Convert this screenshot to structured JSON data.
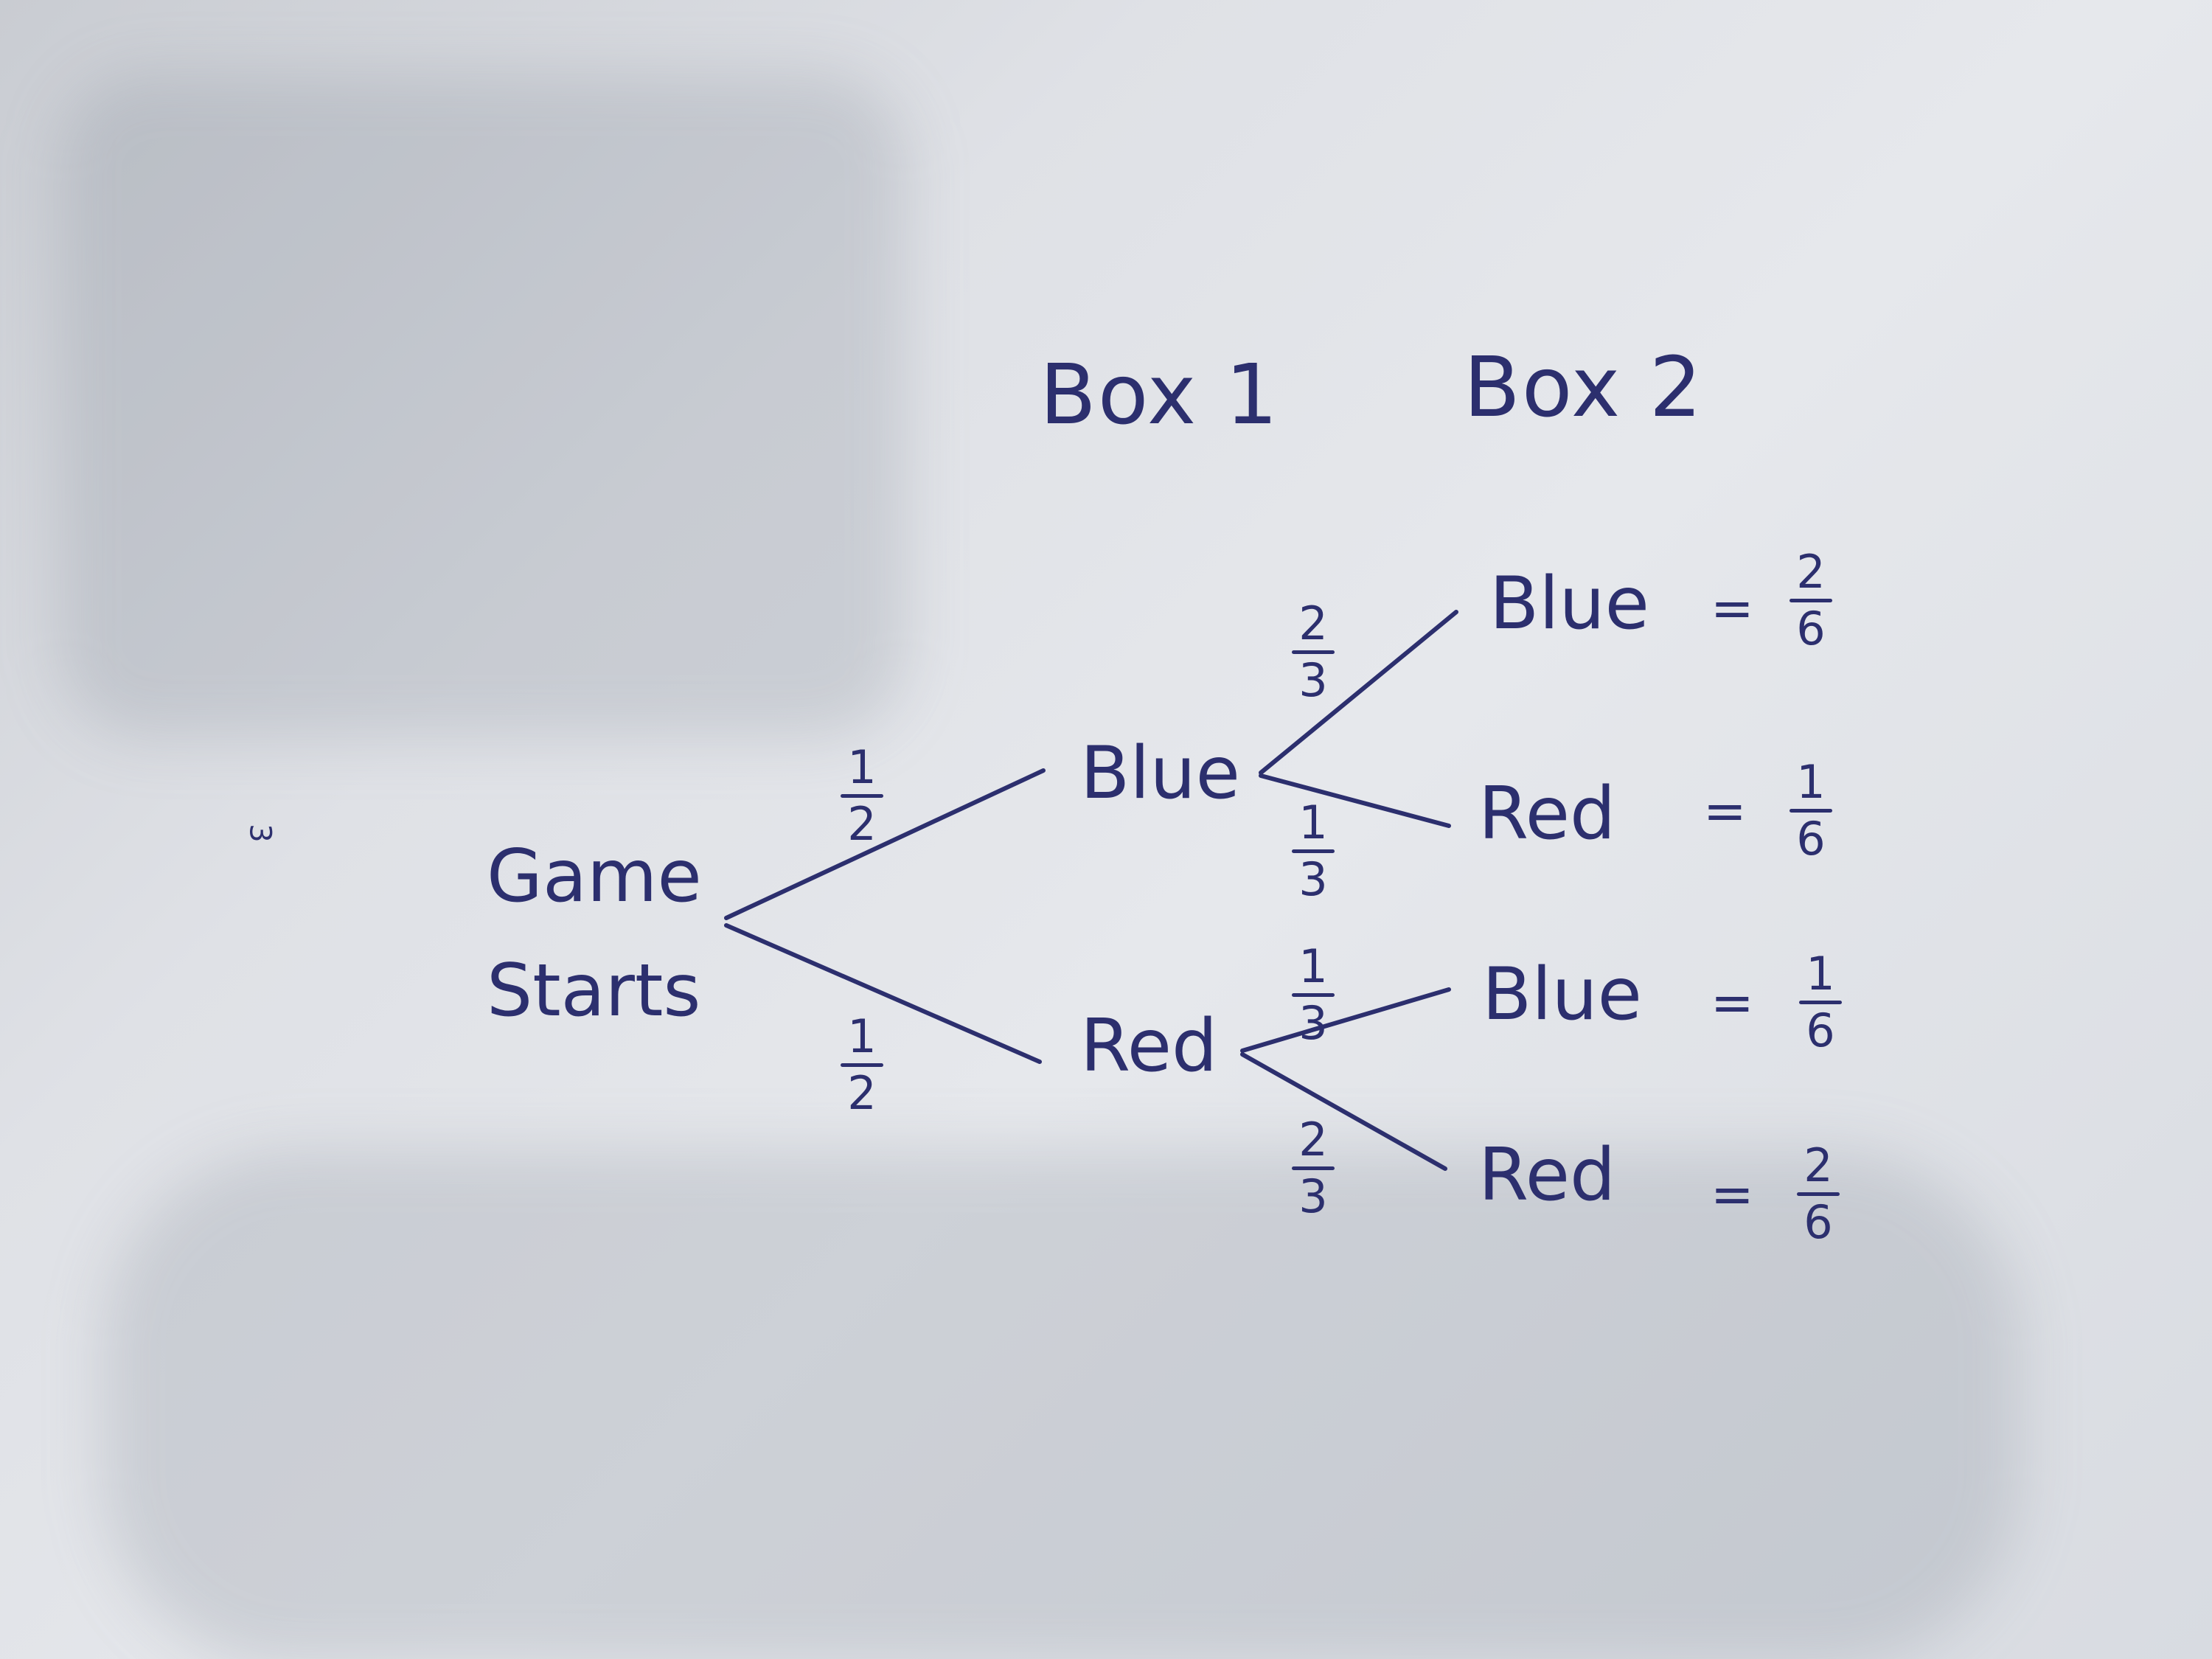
{
  "headings": {
    "box1": "Box 1",
    "box2": "Box 2"
  },
  "root": {
    "line1": "Game",
    "line2": "Starts"
  },
  "level1": {
    "upper": {
      "label": "Blue",
      "prob_num": "1",
      "prob_den": "2"
    },
    "lower": {
      "label": "Red",
      "prob_num": "1",
      "prob_den": "2"
    }
  },
  "level2": [
    {
      "label": "Blue",
      "prob_num": "2",
      "prob_den": "3",
      "eq": "=",
      "result_num": "2",
      "result_den": "6"
    },
    {
      "label": "Red",
      "prob_num": "1",
      "prob_den": "3",
      "eq": "=",
      "result_num": "1",
      "result_den": "6"
    },
    {
      "label": "Blue",
      "prob_num": "1",
      "prob_den": "3",
      "eq": "=",
      "result_num": "1",
      "result_den": "6"
    },
    {
      "label": "Red",
      "prob_num": "2",
      "prob_den": "3",
      "eq": "=",
      "result_num": "2",
      "result_den": "6"
    }
  ],
  "margin_mark": "3",
  "colors": {
    "ink": "#2c2f6e",
    "paper": "#e3e5ea"
  }
}
